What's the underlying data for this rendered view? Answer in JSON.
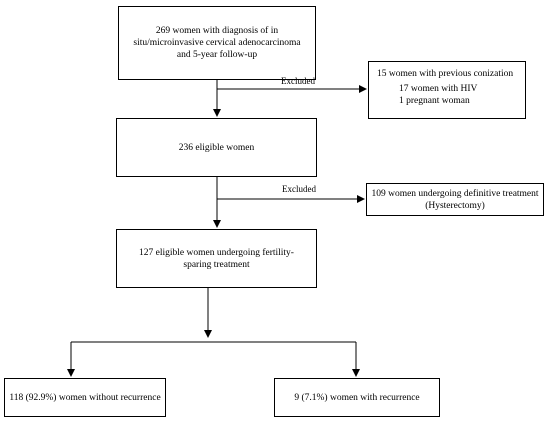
{
  "boxes": {
    "start": {
      "line1": "269 women with diagnosis of in",
      "line2": "situ/microinvasive cervical adenocarcinoma",
      "line3": "and 5-year follow-up"
    },
    "excluded1": {
      "line1": "15 women with previous conization",
      "line2": "17 women with HIV",
      "line3": "1 pregnant woman"
    },
    "eligible": {
      "line1": "236 eligible women"
    },
    "excluded2": {
      "line1": "109 women undergoing definitive treatment",
      "line2": "(Hysterectomy)"
    },
    "fertility": {
      "line1": "127 eligible women undergoing fertility-",
      "line2": "sparing treatment"
    },
    "no_recurrence": {
      "line1": "118 (92.9%) women without recurrence"
    },
    "recurrence": {
      "line1": "9 (7.1%) women with recurrence"
    }
  },
  "labels": {
    "excluded_1": "Excluded",
    "excluded_2": "Excluded"
  }
}
